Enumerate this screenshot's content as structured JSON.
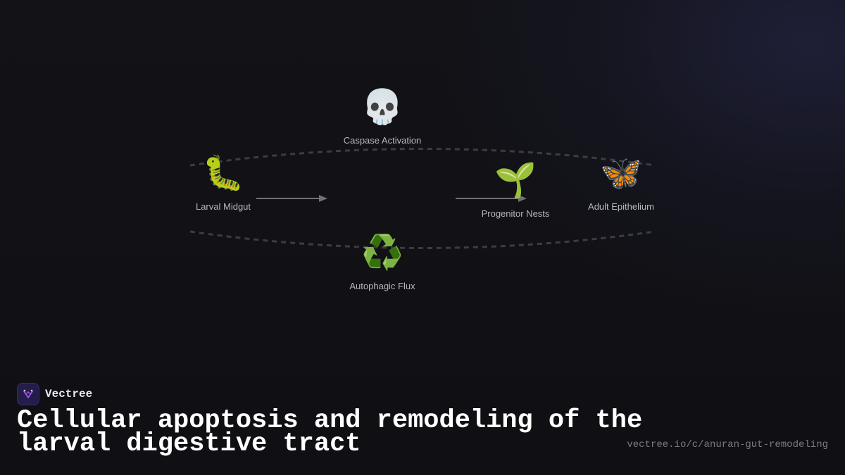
{
  "nodes": {
    "larval": {
      "icon": "caterpillar-icon",
      "glyph": "🐛",
      "label": "Larval Midgut"
    },
    "caspase": {
      "icon": "skull-icon",
      "glyph": "💀",
      "label": "Caspase Activation"
    },
    "autophagic": {
      "icon": "recycle-icon",
      "glyph": "♻️",
      "label": "Autophagic Flux"
    },
    "progenitor": {
      "icon": "seedling-icon",
      "glyph": "🌱",
      "label": "Progenitor Nests"
    },
    "adult": {
      "icon": "butterfly-icon",
      "glyph": "🦋",
      "label": "Adult Epithelium"
    }
  },
  "brand": {
    "name": "Vectree",
    "logo_icon": "vectree-logo-icon"
  },
  "title": "Cellular apoptosis and remodeling of the larval digestive tract",
  "url": "vectree.io/c/anuran-gut-remodeling",
  "colors": {
    "background": "#101015",
    "connector": "#3c3c42",
    "arrow": "#707076",
    "label": "#b6b6bc",
    "brand_accent": "#7a4fd6"
  }
}
